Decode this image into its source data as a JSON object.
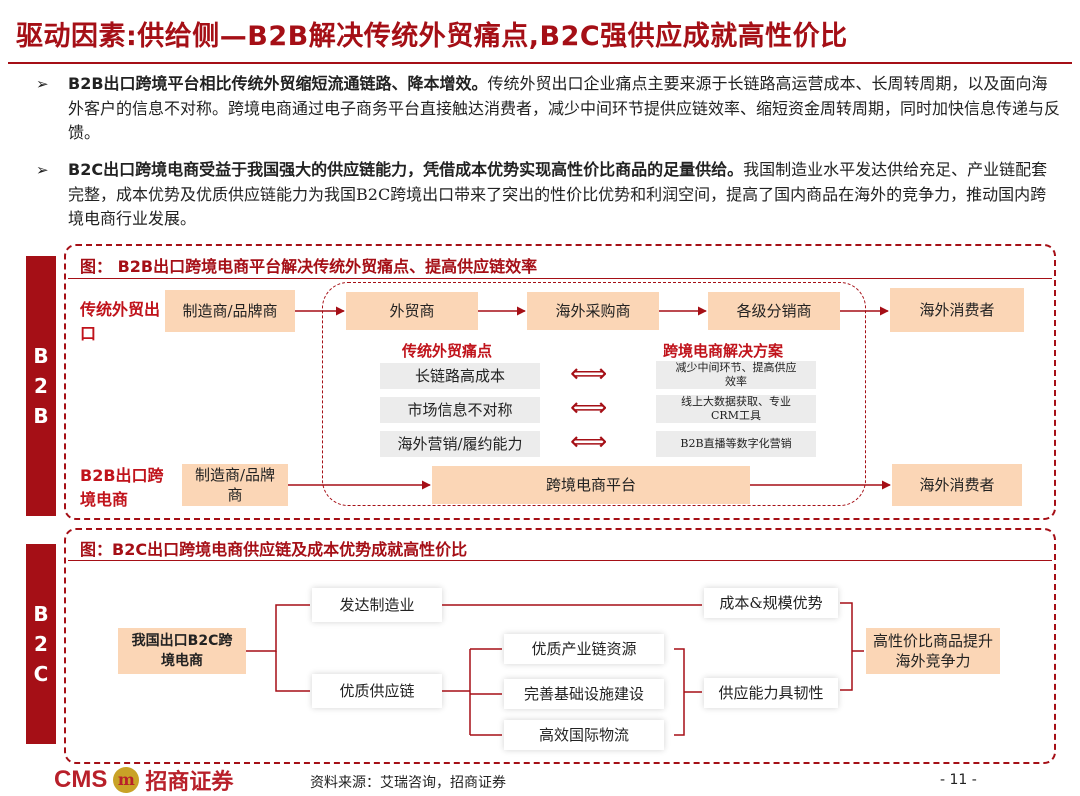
{
  "title": "驱动因素:供给侧—B2B解决传统外贸痛点,B2C强供应成就高性价比",
  "bullets": [
    {
      "bold": "B2B出口跨境平台相比传统外贸缩短流通链路、降本增效。",
      "text": "传统外贸出口企业痛点主要来源于长链路高运营成本、长周转周期，以及面向海外客户的信息不对称。跨境电商通过电子商务平台直接触达消费者，减少中间环节提供应链效率、缩短资金周转周期，同时加快信息传递与反馈。"
    },
    {
      "bold": "B2C出口跨境电商受益于我国强大的供应链能力，凭借成本优势实现高性价比商品的足量供给。",
      "text": "我国制造业水平发达供给充足、产业链配套完整，成本优势及优质供应链能力为我国B2C跨境出口带来了突出的性价比优势和利润空间，提高了国内商品在海外的竞争力，推动国内跨境电商行业发展。"
    }
  ],
  "b2b": {
    "sidebar": [
      "B",
      "2",
      "B"
    ],
    "panel_title": "图： B2B出口跨境电商平台解决传统外贸痛点、提高供应链效率",
    "traditional_label": "传统外贸出口",
    "crossborder_label": "B2B出口跨境电商",
    "maker": "制造商/品牌商",
    "maker2": "制造商/品牌商",
    "chain": [
      "外贸商",
      "海外采购商",
      "各级分销商",
      "海外消费者"
    ],
    "pain_title": "传统外贸痛点",
    "solution_title": "跨境电商解决方案",
    "pains": [
      "长链路高成本",
      "市场信息不对称",
      "海外营销/履约能力"
    ],
    "solutions": [
      "减少中间环节、提高供应效率",
      "线上大数据获取、专业CRM工具",
      "B2B直播等数字化营销"
    ],
    "platform": "跨境电商平台",
    "consumer2": "海外消费者",
    "arrow_glyph": "⟺"
  },
  "b2c": {
    "sidebar": [
      "B",
      "2",
      "C"
    ],
    "panel_title": "图：B2C出口跨境电商供应链及成本优势成就高性价比",
    "root": "我国出口B2C跨境电商",
    "branch1": "发达制造业",
    "branch2": "优质供应链",
    "sub": [
      "优质产业链资源",
      "完善基础设施建设",
      "高效国际物流"
    ],
    "adv1": "成本&规模优势",
    "adv2": "供应能力具韧性",
    "result": "高性价比商品提升海外竞争力"
  },
  "footer": {
    "logo_cms": "CMS",
    "logo_cn": "招商证券",
    "source": "资料来源：艾瑞咨询，招商证券",
    "page": "- 11 -"
  },
  "colors": {
    "brand_red": "#a50f16",
    "accent_peach": "#fbd6b6",
    "gray_box": "#ececec"
  }
}
